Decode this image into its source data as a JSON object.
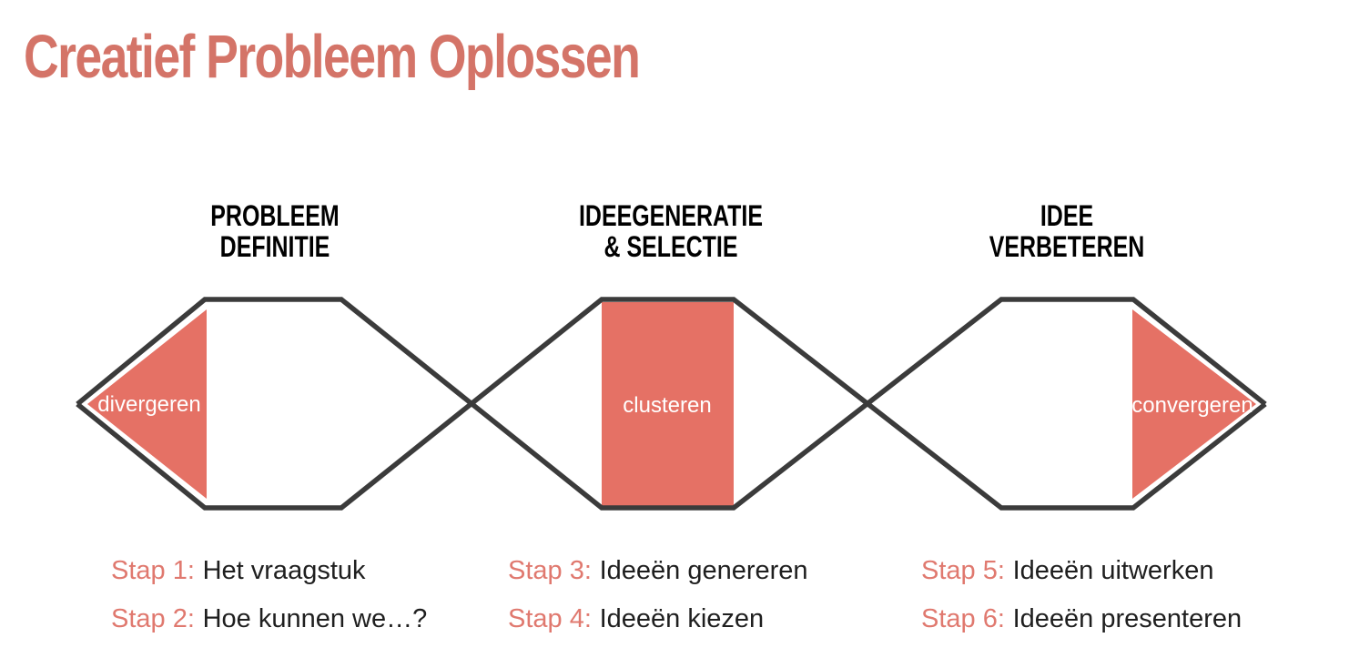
{
  "title": "Creatief Probleem Oplossen",
  "colors": {
    "title": "#D47468",
    "accent": "#E0796F",
    "fill": "#E57165",
    "outline": "#3B3B3B",
    "text": "#1F1F1F"
  },
  "phases": [
    {
      "label_line1": "PROBLEEM",
      "label_line2": "DEFINITIE",
      "mode_label": "divergeren"
    },
    {
      "label_line1": "IDEEGENERATIE",
      "label_line2": "& SELECTIE",
      "mode_label": "clusteren"
    },
    {
      "label_line1": "IDEE",
      "label_line2": "VERBETEREN",
      "mode_label": "convergeren"
    }
  ],
  "steps": [
    {
      "label": "Stap 1:",
      "text": "Het vraagstuk"
    },
    {
      "label": "Stap 2:",
      "text": "Hoe kunnen we…?"
    },
    {
      "label": "Stap 3:",
      "text": "Ideeën genereren"
    },
    {
      "label": "Stap 4:",
      "text": "Ideeën kiezen"
    },
    {
      "label": "Stap 5:",
      "text": "Ideeën uitwerken"
    },
    {
      "label": "Stap 6:",
      "text": "Ideeën presenteren"
    }
  ]
}
